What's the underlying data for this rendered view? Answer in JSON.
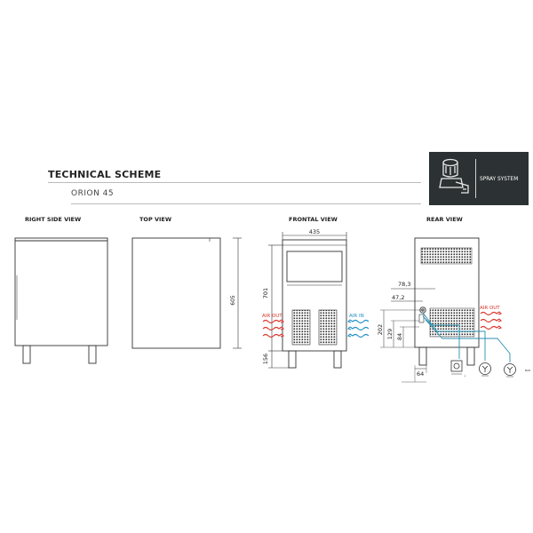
{
  "header": {
    "title": "TECHNICAL SCHEME",
    "model": "ORION 45"
  },
  "badge": {
    "label": "SPRAY SYSTEM",
    "icon": "ice-machine-spray-icon"
  },
  "views": {
    "right_side": "RIGHT SIDE VIEW",
    "top": "TOP VIEW",
    "frontal": "FRONTAL VIEW",
    "rear": "REAR VIEW"
  },
  "dimensions": {
    "width": "435",
    "depth": "605",
    "body_height": "701",
    "leg_height": "156",
    "rear_78": "78,3",
    "rear_47": "47,2",
    "rear_202": "202",
    "rear_129": "129",
    "rear_84": "84",
    "rear_64": "64"
  },
  "airflow": {
    "air_out": "AIR OUT",
    "air_in": "AIR IN",
    "out_color": "#d9342b",
    "in_color": "#1f8fc4"
  },
  "connections": {
    "tiny_label": "BAR",
    "line_color": "#2a8fb0"
  }
}
